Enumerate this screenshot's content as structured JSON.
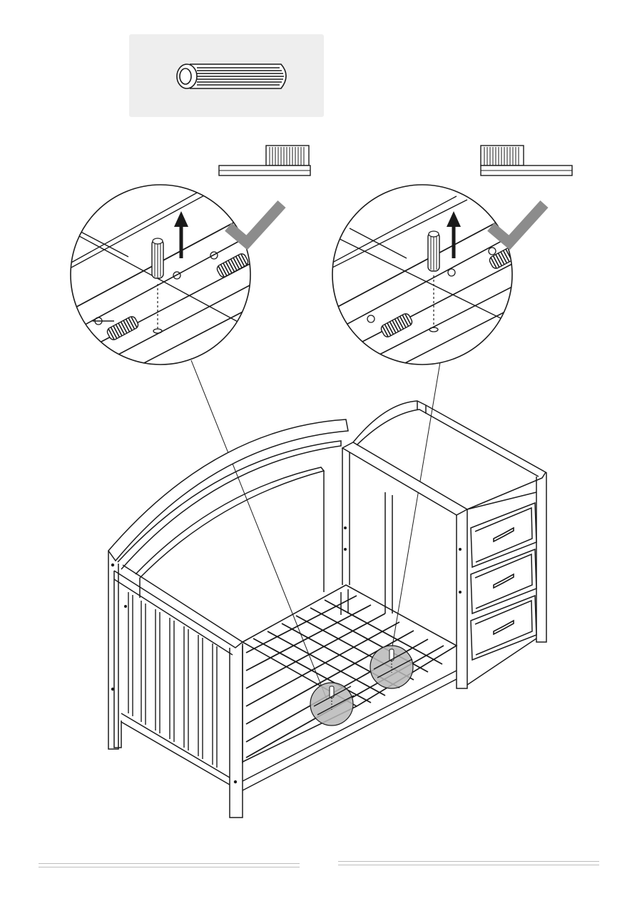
{
  "page": {
    "title": "",
    "colors": {
      "line": "#1a1a1a",
      "part_panel": "#eeeeee",
      "highlight_fill": "#b8b8b8",
      "check_mark": "#8c8c8c",
      "footer_rule": "#bdbdbd"
    }
  },
  "parts_box": {
    "icon": "dowel-icon",
    "label": ""
  },
  "steps": [
    {
      "icon": "check-mark-icon",
      "state": "correct",
      "arrow_icon": "up-arrow-icon",
      "detail_icon": "dowel-in-spring-rail-icon"
    },
    {
      "icon": "check-mark-icon",
      "state": "correct",
      "arrow_icon": "up-arrow-icon",
      "detail_icon": "dowel-in-spring-rail-icon"
    }
  ],
  "assembly": {
    "icon": "crib-with-changing-table-icon",
    "highlight_count": 2
  },
  "footer": {
    "left_rule": "",
    "right_rule": ""
  }
}
